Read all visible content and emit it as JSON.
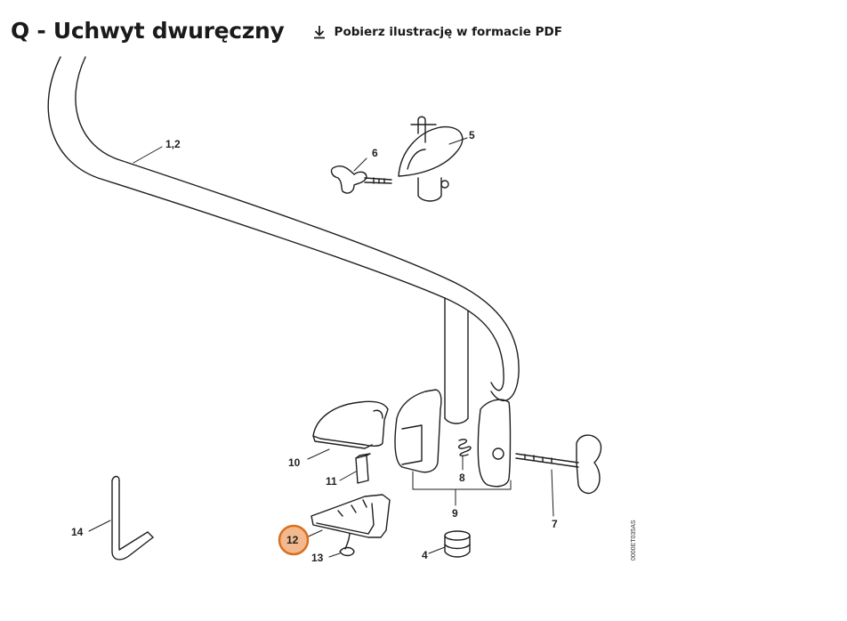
{
  "header": {
    "title": "Q - Uchwyt dwuręczny",
    "download_label": "Pobierz ilustrację w formacie PDF",
    "download_icon": "download-icon"
  },
  "diagram": {
    "highlight_color": "#f3b98e",
    "highlight_border": "#d9701f",
    "code": "0000ET035AS",
    "callouts": {
      "c12": "1,2",
      "c4": "4",
      "c5": "5",
      "c6": "6",
      "c7": "7",
      "c8": "8",
      "c9": "9",
      "c10": "10",
      "c11": "11",
      "c12sel": "12",
      "c13": "13",
      "c14": "14"
    }
  }
}
